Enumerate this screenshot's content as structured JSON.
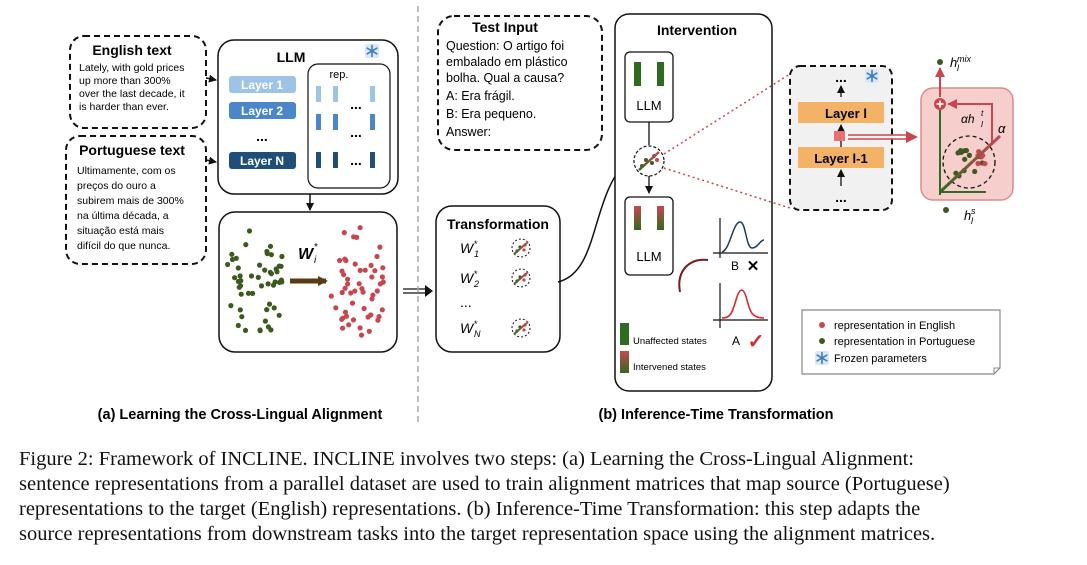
{
  "part_a": {
    "english_box": {
      "title": "English text",
      "lines": [
        "Lately, with gold prices",
        "up more than 300%",
        "over the last decade, it",
        "is harder than ever."
      ]
    },
    "portuguese_box": {
      "title": "Portuguese text",
      "lines": [
        "Ultimamente, com os",
        "preços do ouro a",
        "subirem mais de 300%",
        "na última década, a",
        "situação está mais",
        "difícil do que nunca."
      ]
    },
    "llm": {
      "title": "LLM",
      "layers": [
        "Layer 1",
        "Layer 2",
        "...",
        "Layer N"
      ],
      "rep_label": "rep.",
      "rep_dots": "..."
    },
    "matrix_label": "W",
    "matrix_sub": "i",
    "matrix_sup": "*",
    "label": "(a) Learning the Cross-Lingual Alignment"
  },
  "part_b": {
    "test_input": {
      "title": "Test Input",
      "lines": [
        "Question: O artigo foi",
        "embalado em plástico",
        "bolha. Qual a causa?",
        "A: Era frágil.",
        "B: Era pequeno.",
        "Answer:"
      ]
    },
    "transformation": {
      "title": "Transformation",
      "rows": [
        {
          "w": "W",
          "sub": "1",
          "sup": "*"
        },
        {
          "w": "W",
          "sub": "2",
          "sup": "*"
        },
        {
          "w": "...",
          "sub": "",
          "sup": ""
        },
        {
          "w": "W",
          "sub": "N",
          "sup": "*"
        }
      ]
    },
    "intervention": {
      "title": "Intervention",
      "llm_top": "LLM",
      "llm_bottom": "LLM",
      "unaffected": "Unaffected states",
      "intervened": "Intervened states",
      "plot_b": "B",
      "plot_a": "A",
      "cross": "✕",
      "check": "✓"
    },
    "layer_zoom": {
      "dots": "...",
      "layer_l": "Layer   l",
      "layer_l1": "Layer   l-1"
    },
    "vector": {
      "h_mix": "h",
      "h_mix_sub": "l",
      "h_mix_sup": "mix",
      "h_s": "h",
      "h_s_sub": "l",
      "h_s_sup": "s",
      "alpha_h": "αh",
      "alpha_h_sub": "l",
      "alpha_h_sup": "t",
      "alpha": "α"
    },
    "legend": {
      "english": "representation in English",
      "portuguese": "representation in Portuguese",
      "frozen": "Frozen parameters"
    },
    "label": "(b) Inference-Time Transformation"
  },
  "colors": {
    "english_red": "#c8474f",
    "portuguese_green": "#3d5a1e",
    "layer_light": "#9dc3e6",
    "layer_mid": "#4a86c8",
    "layer_dark": "#1f4e79",
    "orange_layer": "#f4b266",
    "pink_panel": "#f4c7c3",
    "bar_green": "#2e6b1f",
    "accent_red": "#d9272e"
  },
  "caption": [
    "Figure 2: Framework of INCLINE. INCLINE involves two steps: (a) Learning the Cross-Lingual Alignment:",
    "sentence representations from a parallel dataset are used to train alignment matrices that map source (Portuguese)",
    "representations to the target (English) representations. (b) Inference-Time Transformation: this step adapts the",
    "source representations from downstream tasks into the target representation space using the alignment matrices."
  ]
}
